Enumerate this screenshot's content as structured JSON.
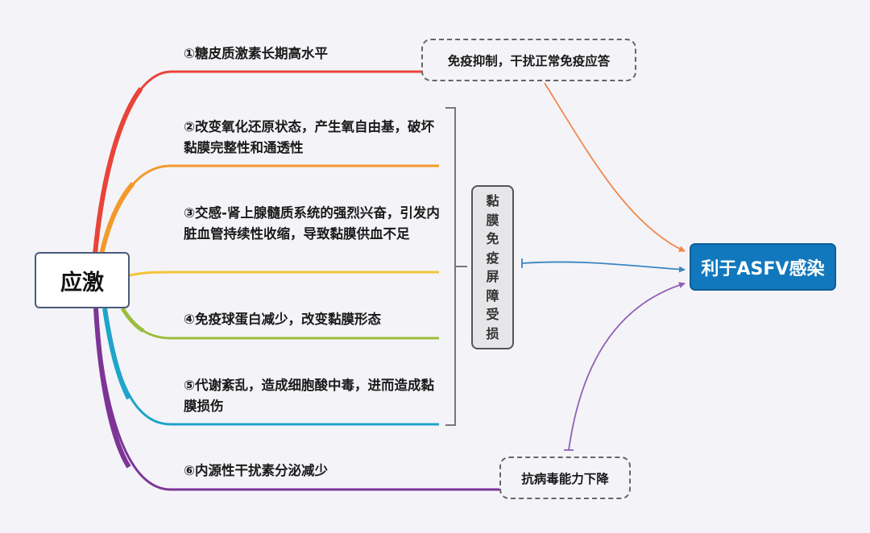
{
  "diagram": {
    "root": {
      "label": "应激"
    },
    "branches": [
      {
        "label": "①糖皮质激素长期高水平",
        "color": "#e8443a"
      },
      {
        "label": "②改变氧化还原状态，产生氧自由基，破坏黏膜完整性和通透性",
        "color": "#f39a2c"
      },
      {
        "label": "③交感-肾上腺髓质系统的强烈兴奋，引发内脏血管持续性收缩，导致黏膜供血不足",
        "color": "#f2c53a"
      },
      {
        "label": "④免疫球蛋白减少，改变黏膜形态",
        "color": "#9bbd3c"
      },
      {
        "label": "⑤代谢紊乱，造成细胞酸中毒，进而造成黏膜损伤",
        "color": "#1fa5c9"
      },
      {
        "label": "⑥内源性干扰素分泌减少",
        "color": "#7d3596"
      }
    ],
    "callouts": {
      "immune_suppression": {
        "label": "免疫抑制，干扰正常免疫应答"
      },
      "antiviral_decline": {
        "label": "抗病毒能力下降"
      }
    },
    "barrier": {
      "chars": [
        "黏",
        "膜",
        "免",
        "疫",
        "屏",
        "障",
        "受",
        "损"
      ]
    },
    "target": {
      "label": "利于ASFV感染"
    },
    "relation_colors": {
      "immune": "#f0884a",
      "barrier": "#3a86c0",
      "antiviral": "#9260b8",
      "bracket": "#777777"
    }
  }
}
